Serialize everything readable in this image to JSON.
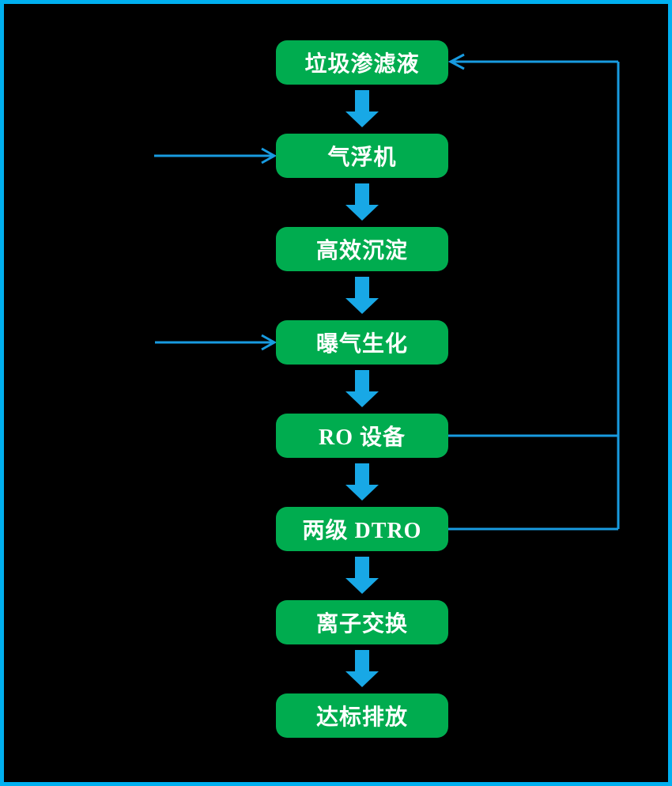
{
  "diagram": {
    "type": "flowchart",
    "nodes": [
      {
        "id": "leachate",
        "label": "垃圾渗滤液"
      },
      {
        "id": "air-flotation",
        "label": "气浮机"
      },
      {
        "id": "high-efficiency-sedimentation",
        "label": "高效沉淀"
      },
      {
        "id": "aeration-biochemical",
        "label": "曝气生化"
      },
      {
        "id": "ro-equipment",
        "label": "RO 设备"
      },
      {
        "id": "two-stage-dtro",
        "label": "两级 DTRO"
      },
      {
        "id": "ion-exchange",
        "label": "离子交换"
      },
      {
        "id": "standard-discharge",
        "label": "达标排放"
      }
    ],
    "edges": [
      {
        "from": "leachate",
        "to": "air-flotation",
        "style": "block-arrow"
      },
      {
        "from": "air-flotation",
        "to": "high-efficiency-sedimentation",
        "style": "block-arrow"
      },
      {
        "from": "high-efficiency-sedimentation",
        "to": "aeration-biochemical",
        "style": "block-arrow"
      },
      {
        "from": "aeration-biochemical",
        "to": "ro-equipment",
        "style": "block-arrow"
      },
      {
        "from": "ro-equipment",
        "to": "two-stage-dtro",
        "style": "block-arrow"
      },
      {
        "from": "two-stage-dtro",
        "to": "ion-exchange",
        "style": "block-arrow"
      },
      {
        "from": "ion-exchange",
        "to": "standard-discharge",
        "style": "block-arrow"
      },
      {
        "from": "external-left-inlet-1",
        "to": "air-flotation",
        "style": "thin-arrow"
      },
      {
        "from": "external-left-inlet-2",
        "to": "aeration-biochemical",
        "style": "thin-arrow"
      },
      {
        "from": "ro-equipment",
        "to": "leachate",
        "style": "recycle-line"
      },
      {
        "from": "two-stage-dtro",
        "to": "leachate",
        "style": "recycle-line"
      }
    ],
    "colors": {
      "background": "#000000",
      "border": "#00B0F0",
      "node_fill": "#00AC4F",
      "node_text": "#FFFFFF",
      "block_arrow": "#18A8E6",
      "thin_line": "#189BE0"
    }
  }
}
